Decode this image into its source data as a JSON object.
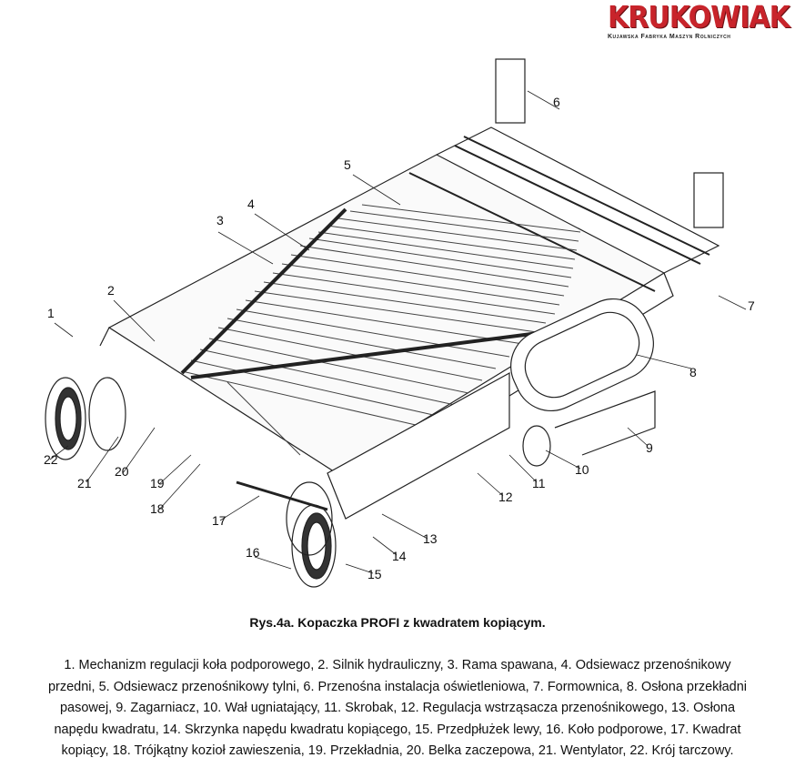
{
  "logo": {
    "brand": "KRUKOWIAK",
    "subtitle": "Kujawska Fabryka Maszyn Rolniczych"
  },
  "callouts": [
    "1",
    "2",
    "3",
    "4",
    "5",
    "6",
    "7",
    "8",
    "9",
    "10",
    "11",
    "12",
    "13",
    "14",
    "15",
    "16",
    "17",
    "18",
    "19",
    "20",
    "21",
    "22"
  ],
  "caption": "Rys.4a. Kopaczka PROFI z kwadratem kopiącym.",
  "legend_lines": [
    "1. Mechanizm regulacji koła podporowego, 2. Silnik hydrauliczny, 3. Rama spawana, 4. Odsiewacz przenośnikowy",
    "przedni, 5. Odsiewacz przenośnikowy tylni, 6. Przenośna instalacja oświetleniowa, 7. Formownica, 8. Osłona przekładni",
    "pasowej, 9. Zagarniacz, 10. Wał ugniatający, 11. Skrobak,  12. Regulacja wstrząsacza przenośnikowego, 13. Osłona",
    "napędu kwadratu, 14. Skrzynka napędu kwadratu kopiącego, 15. Przedpłużek lewy, 16. Koło podporowe, 17. Kwadrat",
    "kopiący, 18. Trójkątny kozioł zawieszenia, 19. Przekładnia, 20. Belka zaczepowa, 21. Wentylator, 22. Krój tarczowy."
  ]
}
